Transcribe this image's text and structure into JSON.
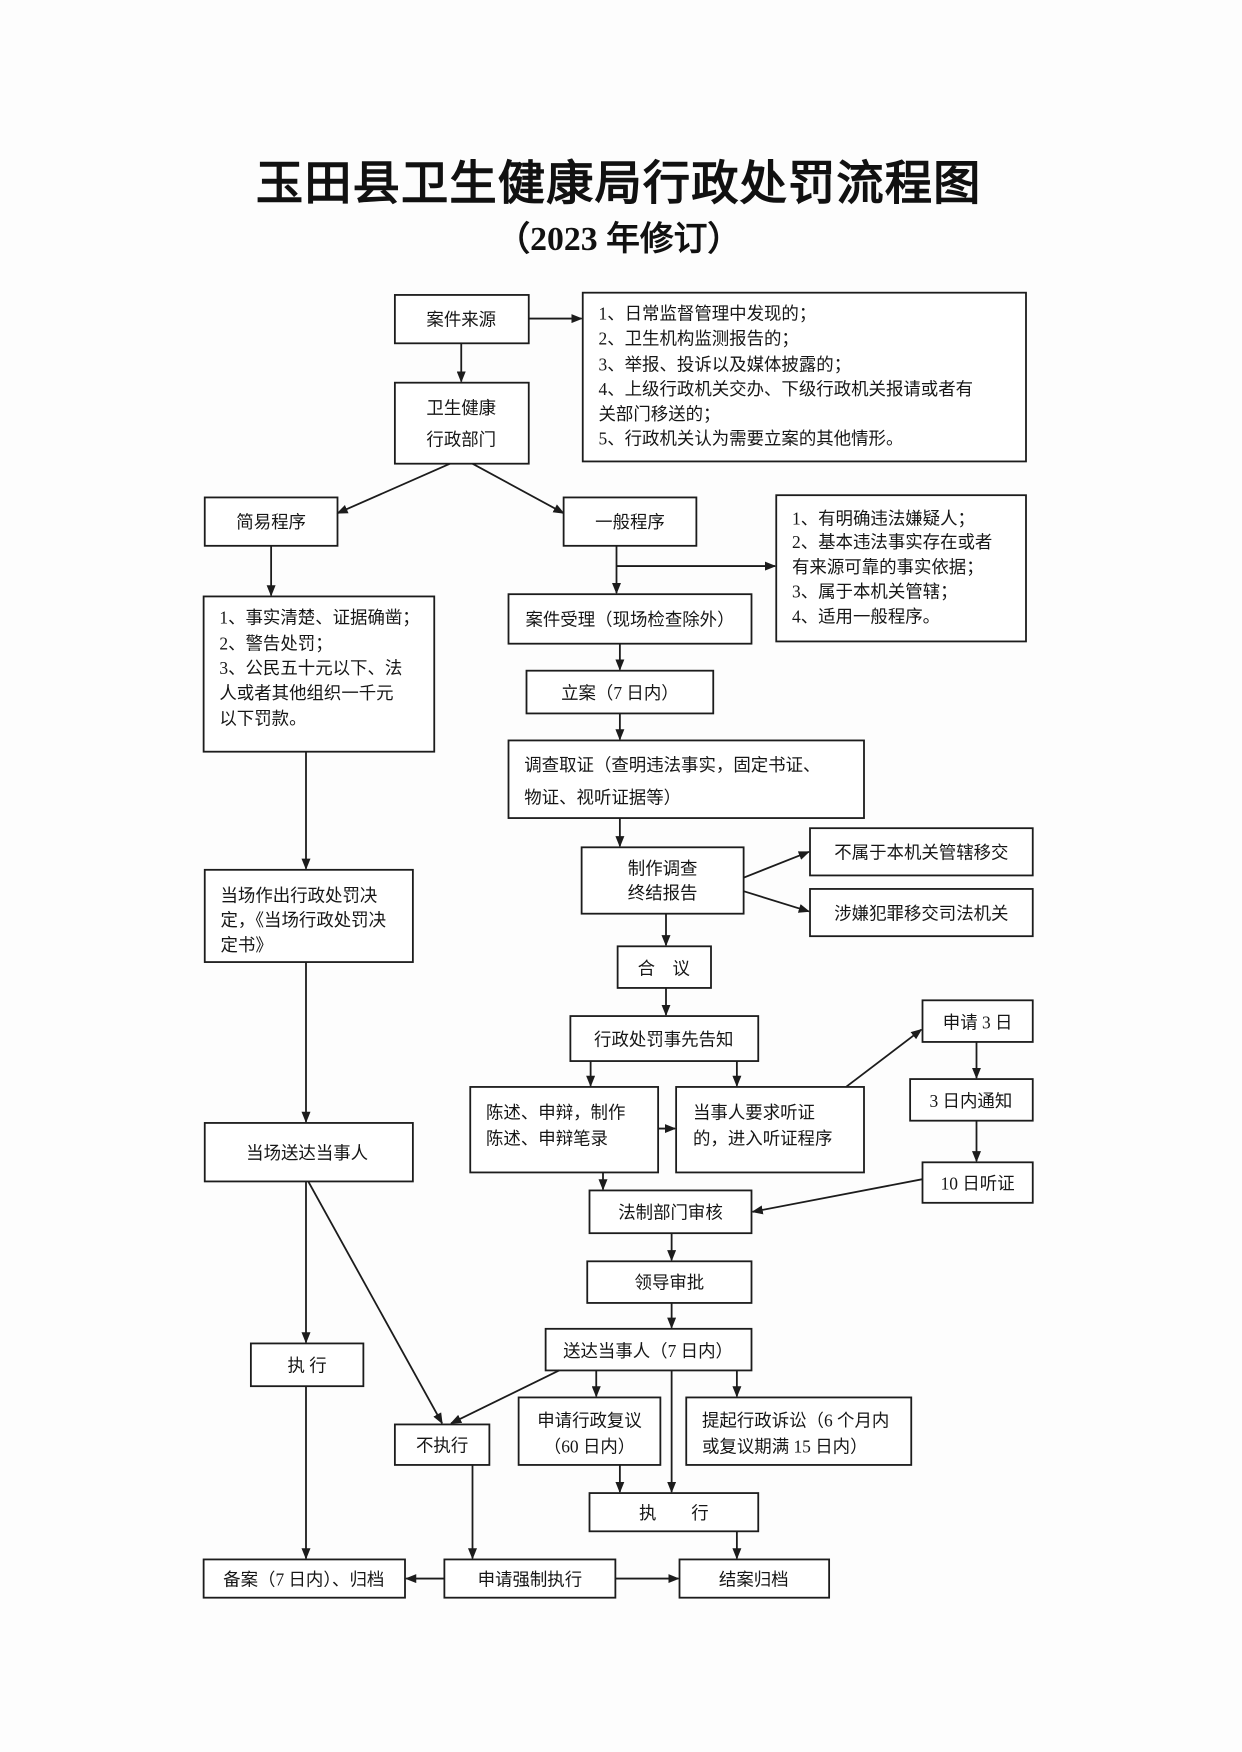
{
  "title": "玉田县卫生健康局行政处罚流程图",
  "subtitle": "（2023 年修订）",
  "nodes": {
    "case_source": "案件来源",
    "case_source_list": [
      "1、日常监督管理中发现的；",
      "2、卫生机构监测报告的；",
      "3、举报、投诉以及媒体披露的；",
      "4、上级行政机关交办、下级行政机关报请或者有",
      "关部门移送的；",
      "5、行政机关认为需要立案的其他情形。"
    ],
    "health_dept": [
      "卫生健康",
      "行政部门"
    ],
    "simple_procedure": "简易程序",
    "general_procedure": "一般程序",
    "general_conditions": [
      "1、有明确违法嫌疑人；",
      "2、基本违法事实存在或者",
      "有来源可靠的事实依据；",
      "3、属于本机关管辖；",
      "4、适用一般程序。"
    ],
    "simple_conditions": [
      "1、事实清楚、证据确凿；",
      "2、警告处罚；",
      "3、公民五十元以下、法",
      "人或者其他组织一千元",
      "以下罚款。"
    ],
    "case_acceptance": "案件受理（现场检查除外）",
    "filing": "立案（7 日内）",
    "investigation": [
      "调查取证（查明违法事实，固定书证、",
      "物证、视听证据等）"
    ],
    "final_report": [
      "制作调查",
      "终结报告"
    ],
    "transfer_jurisdiction": "不属于本机关管辖移交",
    "transfer_judicial": "涉嫌犯罪移交司法机关",
    "deliberation": "合　议",
    "prior_notice": "行政处罚事先告知",
    "apply_3days": "申请 3 日",
    "notice_3days": "3 日内通知",
    "statement": [
      "陈述、申辩，制作",
      "陈述、申辩笔录"
    ],
    "hearing_request": [
      "当事人要求听证",
      "的，进入听证程序"
    ],
    "hearing_10days": "10 日听证",
    "legal_review": "法制部门审核",
    "leader_approval": "领导审批",
    "delivery": "送达当事人（7 日内）",
    "on_site_decision": [
      "当场作出行政处罚决",
      "定，《当场行政处罚决",
      "定书》"
    ],
    "on_site_delivery": "当场送达当事人",
    "execute_left": "执 行",
    "not_execute": "不执行",
    "reconsideration": [
      "申请行政复议",
      "（60 日内）"
    ],
    "litigation": [
      "提起行政诉讼（6 个月内",
      "或复议期满 15 日内）"
    ],
    "execute_right": "执　　行",
    "filing_archive": "备案（7 日内）、归档",
    "enforcement": "申请强制执行",
    "close_archive": "结案归档"
  }
}
